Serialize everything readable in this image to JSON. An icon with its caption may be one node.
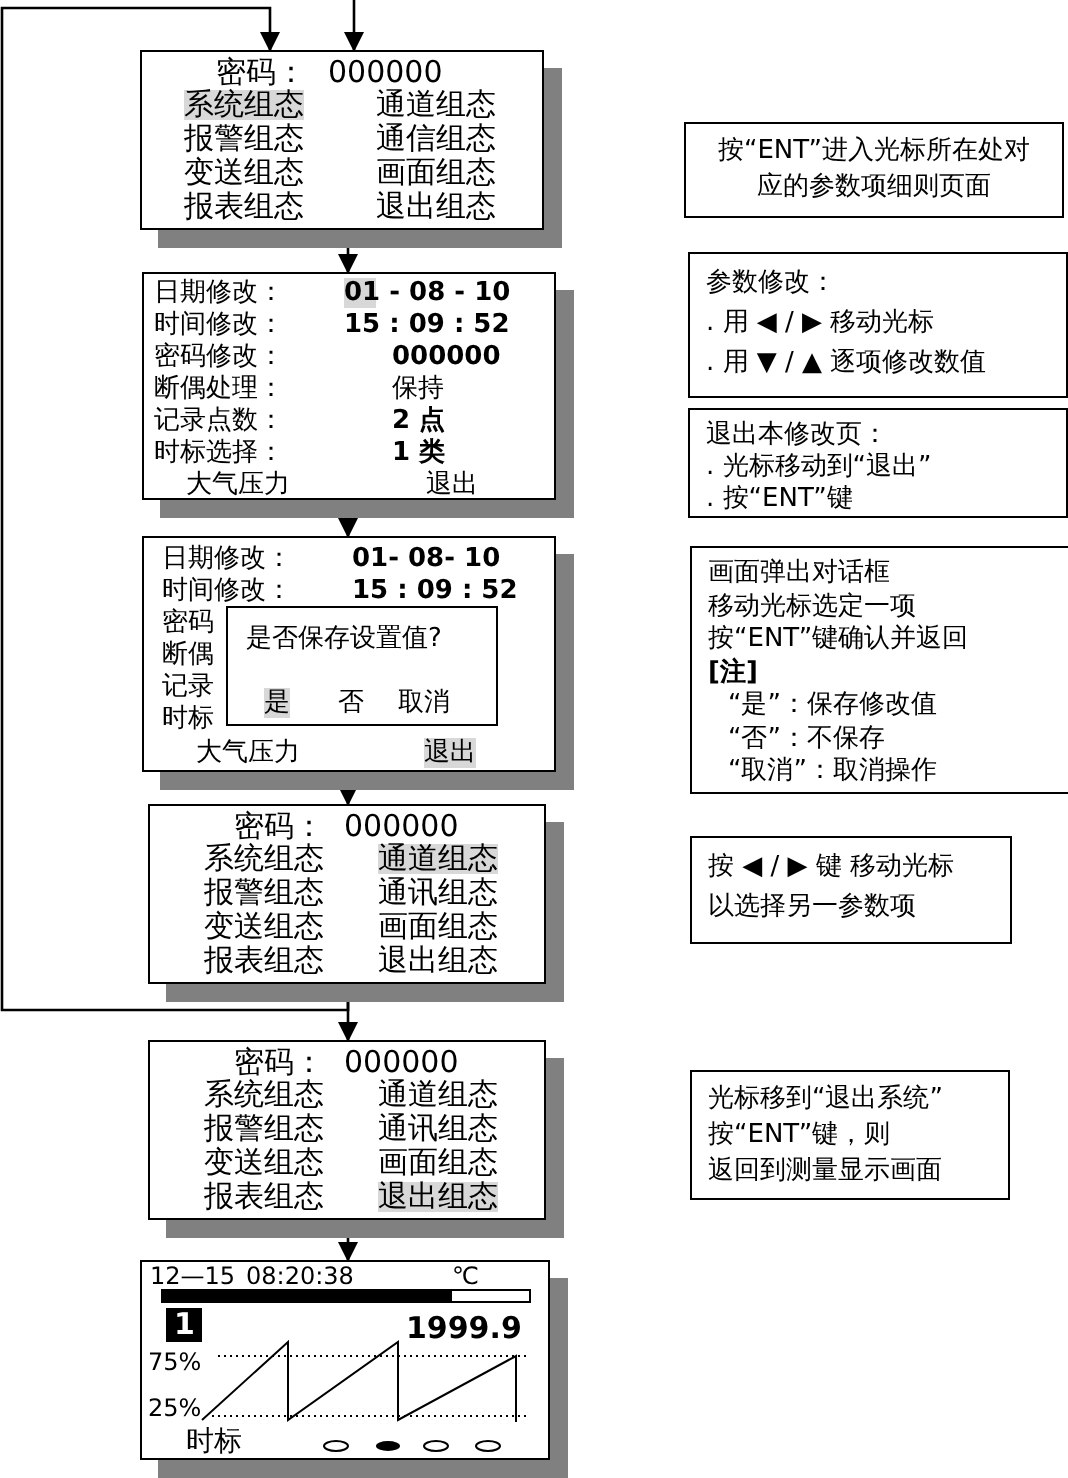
{
  "diagram": {
    "nodes": [
      {
        "text": [
          "密码：",
          "000000",
          "系统组态",
          "通道组态",
          "报警组态",
          "通信组态",
          "变送组态",
          "画面组态",
          "报表组态",
          "退出组态"
        ]
      },
      {
        "text": [
          "日期修改：",
          "01 - 08 - 10",
          "时间修改：",
          "15 : 09 : 52",
          "密码修改：",
          "000000",
          "断偶处理：",
          "保持",
          "记录点数：",
          "2 点",
          "时标选择：",
          "1 类",
          "大气压力",
          "退出"
        ]
      },
      {
        "text": [
          "日期修改：",
          "01- 08- 10",
          "时间修改：",
          "15 : 09 : 52",
          "密码",
          "断偶",
          "记录",
          "时标",
          "大气压力",
          "退出"
        ]
      },
      {
        "text": [
          "是否保存设置值?",
          "是",
          "否",
          "取消"
        ],
        "in": 2
      },
      {
        "text": [
          "密码：",
          "000000",
          "系统组态",
          "通道组态",
          "报警组态",
          "通讯组态",
          "变送组态",
          "画面组态",
          "报表组态",
          "退出组态"
        ]
      },
      {
        "text": [
          "密码：",
          "000000",
          "系统组态",
          "通道组态",
          "报警组态",
          "通讯组态",
          "变送组态",
          "画面组态",
          "报表组态",
          "退出组态"
        ]
      },
      {
        "text": [
          "12—15",
          "08:20:38",
          "℃",
          "1",
          "1999.9",
          "75%",
          "25%",
          "时标"
        ]
      },
      {
        "text": [
          "按“ENT”进入光标所在处对应的参数项细则页面"
        ]
      },
      {
        "text": [
          "参数修改：",
          ". 用 ◀ / ▶ 移动光标",
          ". 用 ▼ / ▲ 逐项修改数值"
        ]
      },
      {
        "text": [
          "退出本修改页：",
          ". 光标移动到“退出”",
          ". 按“ENT”键"
        ]
      },
      {
        "text": [
          "画面弹出对话框",
          "移动光标选定一项",
          "按“ENT”键确认并返回",
          "[注]",
          "“是”：保存修改值",
          "“否”：不保存",
          "“取消”：取消操作"
        ]
      },
      {
        "text": [
          "按 ◀ / ▶ 键 移动光标",
          "以选择另一参数项"
        ]
      },
      {
        "text": [
          "光标移到“退出系统”",
          "按“ENT”键，则",
          "返回到测量显示画面"
        ]
      }
    ],
    "edges": [
      {
        "from": null,
        "to": 0,
        "arrow": "to"
      },
      {
        "from": 0,
        "to": 1,
        "arrow": "to"
      },
      {
        "from": 1,
        "to": 2,
        "arrow": "to"
      },
      {
        "from": 2,
        "to": 4,
        "arrow": "to"
      },
      {
        "from": 4,
        "to": 5,
        "arrow": "to"
      },
      {
        "from": 4,
        "to": 0,
        "arrow": "to"
      },
      {
        "from": 5,
        "to": 6,
        "arrow": "to"
      }
    ]
  }
}
